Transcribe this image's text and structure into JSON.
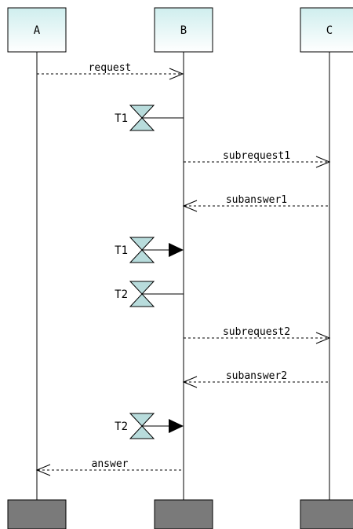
{
  "diagram": {
    "participants": [
      {
        "id": "A",
        "label": "A"
      },
      {
        "id": "B",
        "label": "B"
      },
      {
        "id": "C",
        "label": "C"
      }
    ],
    "messages": [
      {
        "from": "A",
        "to": "B",
        "label": "request",
        "style": "dashed"
      },
      {
        "from": "B",
        "to": "C",
        "label": "subrequest1",
        "style": "dashed"
      },
      {
        "from": "C",
        "to": "B",
        "label": "subanswer1",
        "style": "dashed"
      },
      {
        "from": "B",
        "to": "C",
        "label": "subrequest2",
        "style": "dashed"
      },
      {
        "from": "C",
        "to": "B",
        "label": "subanswer2",
        "style": "dashed"
      },
      {
        "from": "B",
        "to": "A",
        "label": "answer",
        "style": "dashed"
      }
    ],
    "timers": [
      {
        "label": "T1",
        "action": "start",
        "on": "B"
      },
      {
        "label": "T1",
        "action": "stop",
        "on": "B"
      },
      {
        "label": "T2",
        "action": "start",
        "on": "B"
      },
      {
        "label": "T2",
        "action": "stop",
        "on": "B"
      }
    ],
    "colors": {
      "participant_fill_top": "#cfeeee",
      "participant_fill_bottom": "#ffffff",
      "timer_fill": "#b8dcdc",
      "footer_fill": "#7a7a7a",
      "line": "#000000"
    }
  }
}
